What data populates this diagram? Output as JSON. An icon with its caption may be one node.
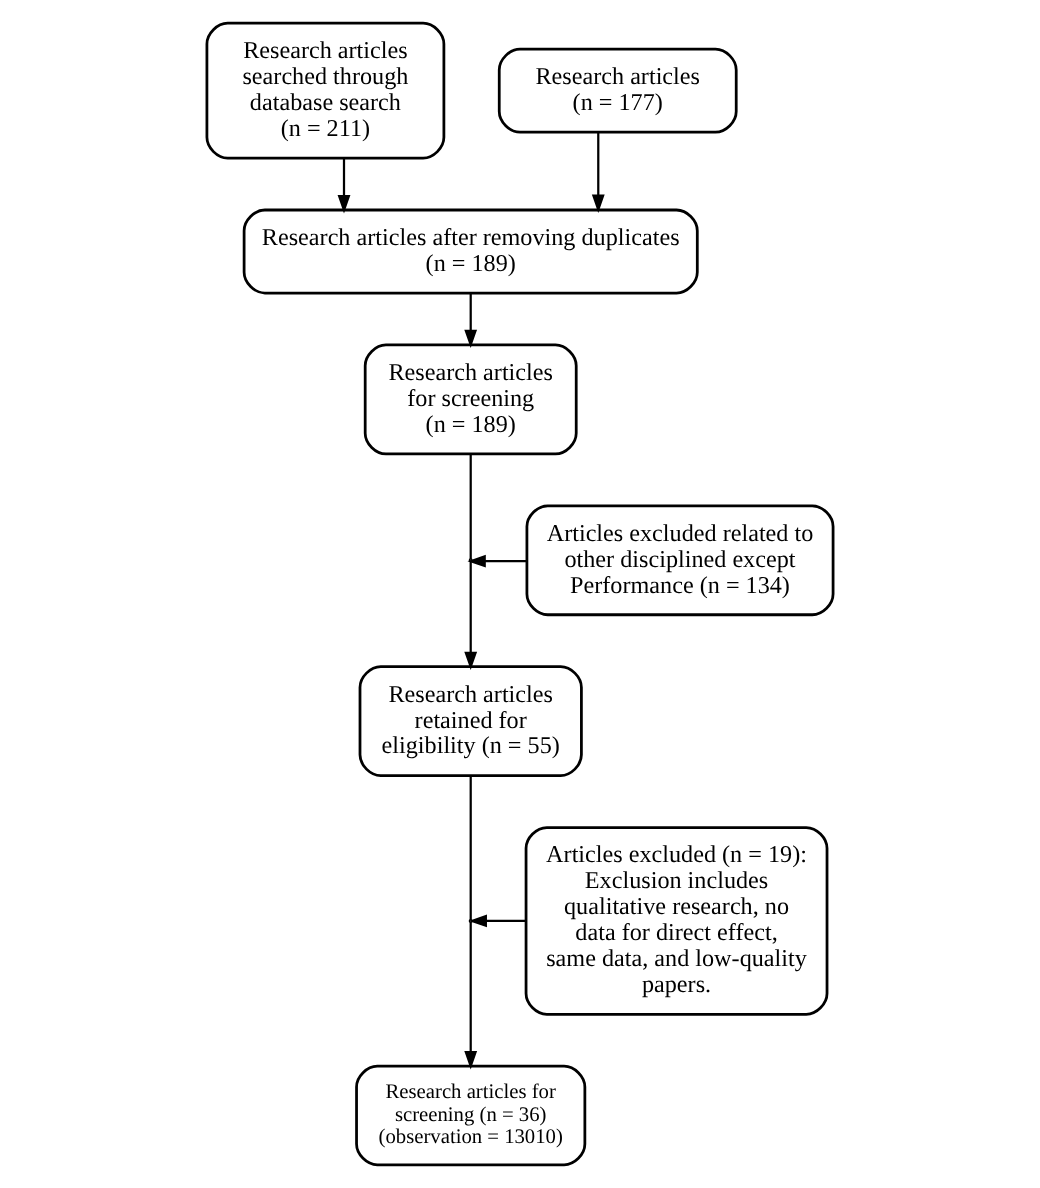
{
  "diagram": {
    "nodes": [
      {
        "text": [
          "Research articles searched through database search (n = 211)"
        ]
      },
      {
        "text": [
          "Research articles (n = 177)"
        ]
      },
      {
        "text": [
          "Research articles after removing duplicates (n = 189)"
        ]
      },
      {
        "text": [
          "Research articles for screening (n = 189)"
        ]
      },
      {
        "text": [
          "Articles excluded related to other disciplined except Performance (n = 134)"
        ]
      },
      {
        "text": [
          "Research articles retained for eligibility (n = 55)"
        ]
      },
      {
        "text": [
          "Articles excluded (n = 19): Exclusion includes qualitative research, no data for direct effect, same data, and low-quality papers."
        ]
      },
      {
        "text": [
          "Research articles for screening (n = 36) (observation = 13010)"
        ]
      }
    ],
    "edges": [
      {
        "from": 0,
        "to": 2,
        "arrow": "to"
      },
      {
        "from": 1,
        "to": 2,
        "arrow": "to"
      },
      {
        "from": 2,
        "to": 3,
        "arrow": "to"
      },
      {
        "from": 3,
        "to": 5,
        "arrow": "to"
      },
      {
        "from": 5,
        "to": 7,
        "arrow": "to"
      },
      {
        "from": 4,
        "to": null,
        "arrow": "to"
      },
      {
        "from": 6,
        "to": null,
        "arrow": "to"
      }
    ]
  }
}
